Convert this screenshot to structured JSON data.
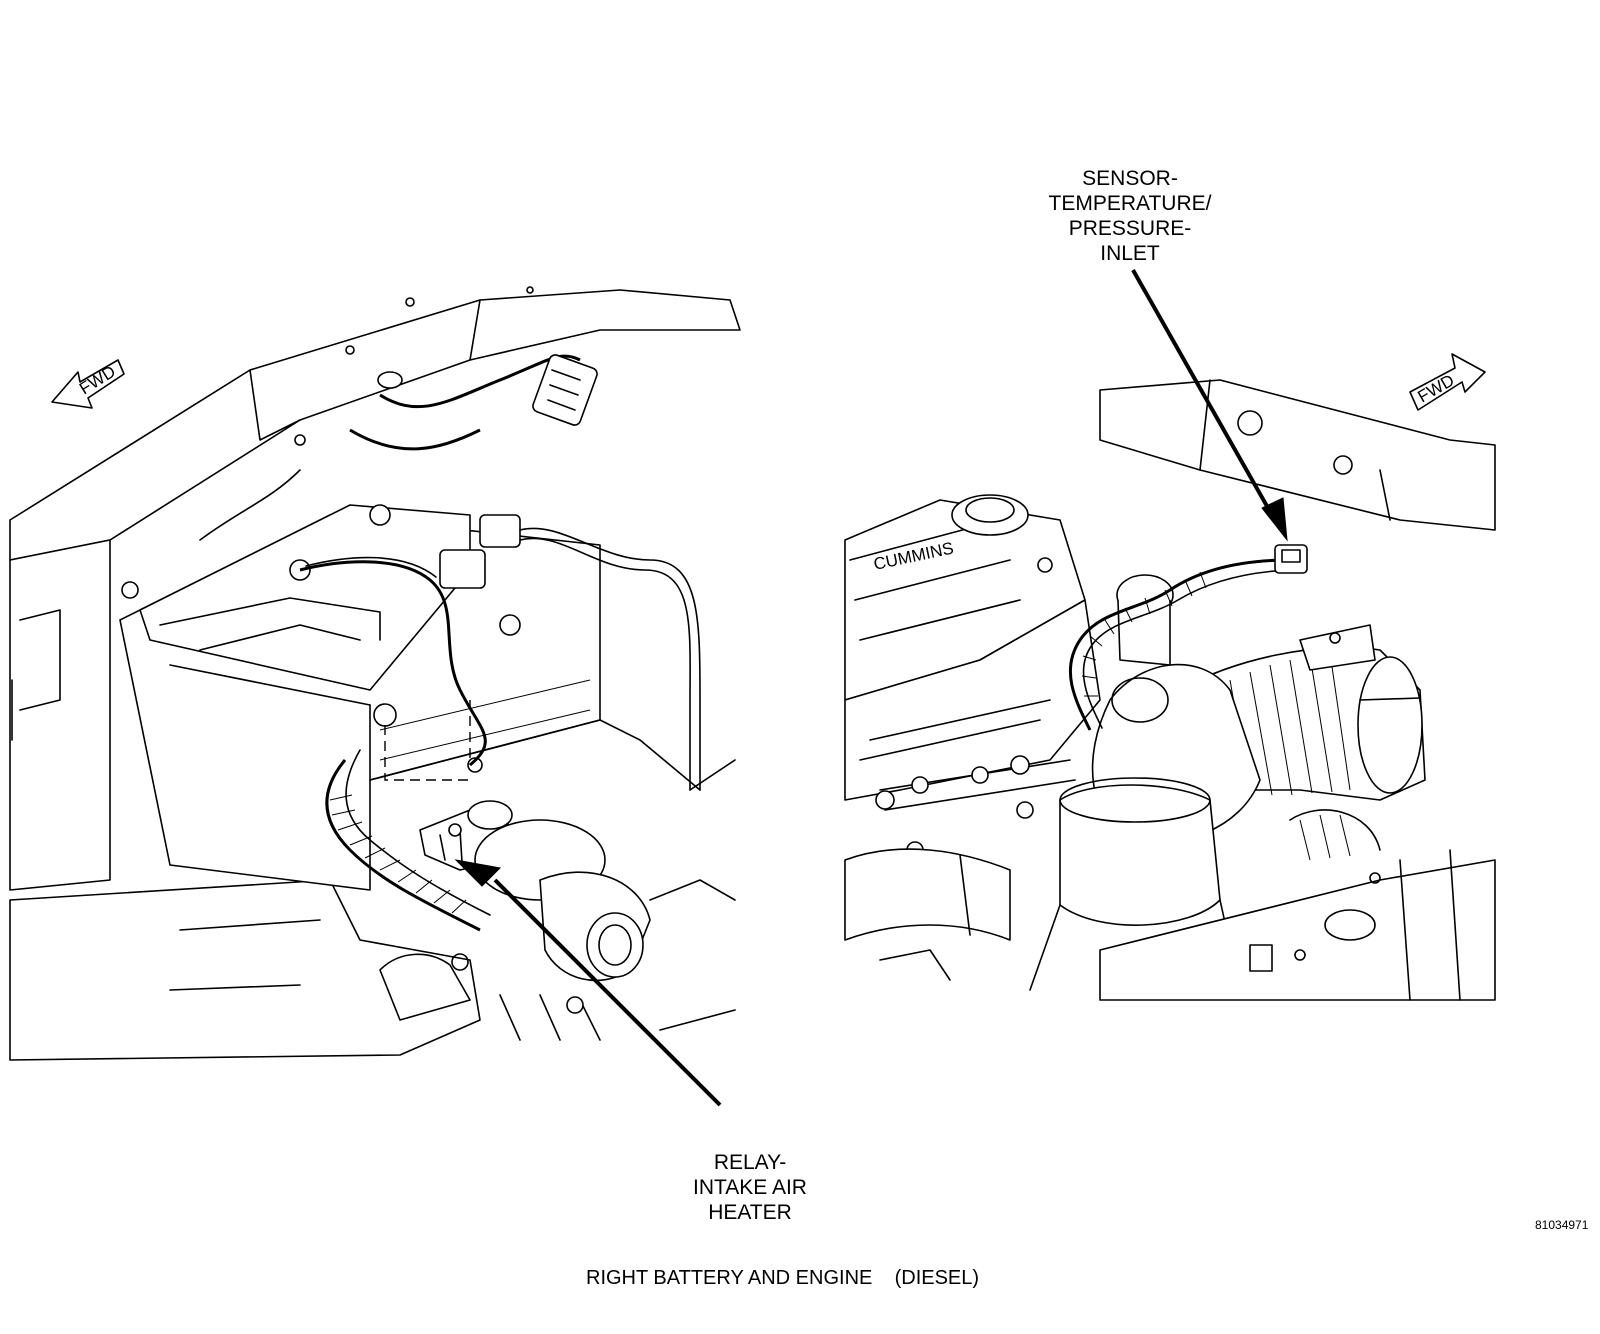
{
  "callouts": {
    "sensor": [
      "SENSOR-",
      "TEMPERATURE/",
      "PRESSURE-",
      "INLET"
    ],
    "relay": [
      "RELAY-",
      "INTAKE AIR",
      "HEATER"
    ]
  },
  "fwd_arrow_label": "FWD",
  "figure_id": "81034971",
  "caption": "RIGHT BATTERY AND ENGINE    (DIESEL)",
  "engine_cover_text": "CUMMINS"
}
